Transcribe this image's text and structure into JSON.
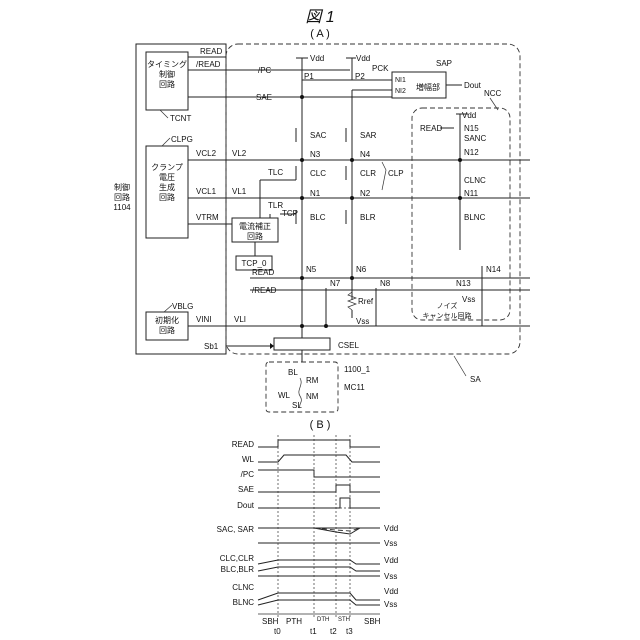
{
  "figure": {
    "title": "図 1",
    "part_a": "( A )",
    "part_b": "( B )"
  },
  "blocks": {
    "timing": "タイミング\n制御\n回路",
    "tcnt": "TCNT",
    "clamp": "クランプ\n電圧\n生成\n回路",
    "clpg": "CLPG",
    "init": "初期化\n回路",
    "vblg": "VBLG",
    "control": "制御\n回路\n1104",
    "current_corr": "電流補正\n回路",
    "tcp0": "TCP_0",
    "amp": "増幅部",
    "sap": "SAP",
    "ncc": "NCC",
    "noise_cancel": "ノイズ\nキャンセル回路",
    "sa": "SA",
    "csel": "CSEL",
    "cell_id": "1100_1",
    "mc": "MC11"
  },
  "signals": {
    "read": "READ",
    "nread": "/READ",
    "pc": "/PC",
    "sae": "SAE",
    "vcl2": "VCL2",
    "vl2": "VL2",
    "vcl1": "VCL1",
    "vl1": "VL1",
    "vtrm": "VTRM",
    "tlc": "TLC",
    "tlr": "TLR",
    "tcp": "TCP",
    "vini": "VINI",
    "vli": "VLI",
    "sb1": "Sb1",
    "vdd": "Vdd",
    "vss": "Vss",
    "pck": "PCK",
    "clp": "CLP",
    "p1": "P1",
    "p2": "P2",
    "ni1": "NI1",
    "ni2": "NI2",
    "dout": "Dout",
    "sac": "SAC",
    "sar": "SAR",
    "n3": "N3",
    "n4": "N4",
    "clc": "CLC",
    "clr": "CLR",
    "n1": "N1",
    "n2": "N2",
    "blc": "BLC",
    "blr": "BLR",
    "n5": "N5",
    "n6": "N6",
    "n7": "N7",
    "n8": "N8",
    "rref": "Rref",
    "n15": "N15",
    "sanc": "SANC",
    "n12": "N12",
    "clnc": "CLNC",
    "n11": "N11",
    "blnc": "BLNC",
    "n13": "N13",
    "n14": "N14",
    "bl": "BL",
    "wl": "WL",
    "sl": "SL",
    "rm": "RM",
    "nm": "NM"
  },
  "timing": {
    "rows": [
      "READ",
      "WL",
      "/PC",
      "SAE",
      "Dout",
      "SAC, SAR",
      "CLC,CLR",
      "BLC,BLR",
      "CLNC",
      "BLNC"
    ],
    "levels": [
      "Vdd",
      "Vss",
      "Vdd",
      "Vss",
      "Vdd",
      "Vss",
      "Vdd",
      "Vss"
    ],
    "phases": [
      "SBH",
      "PTH",
      "DTH",
      "STH",
      "SBH"
    ],
    "times": [
      "t0",
      "t1",
      "t2",
      "t3"
    ]
  }
}
